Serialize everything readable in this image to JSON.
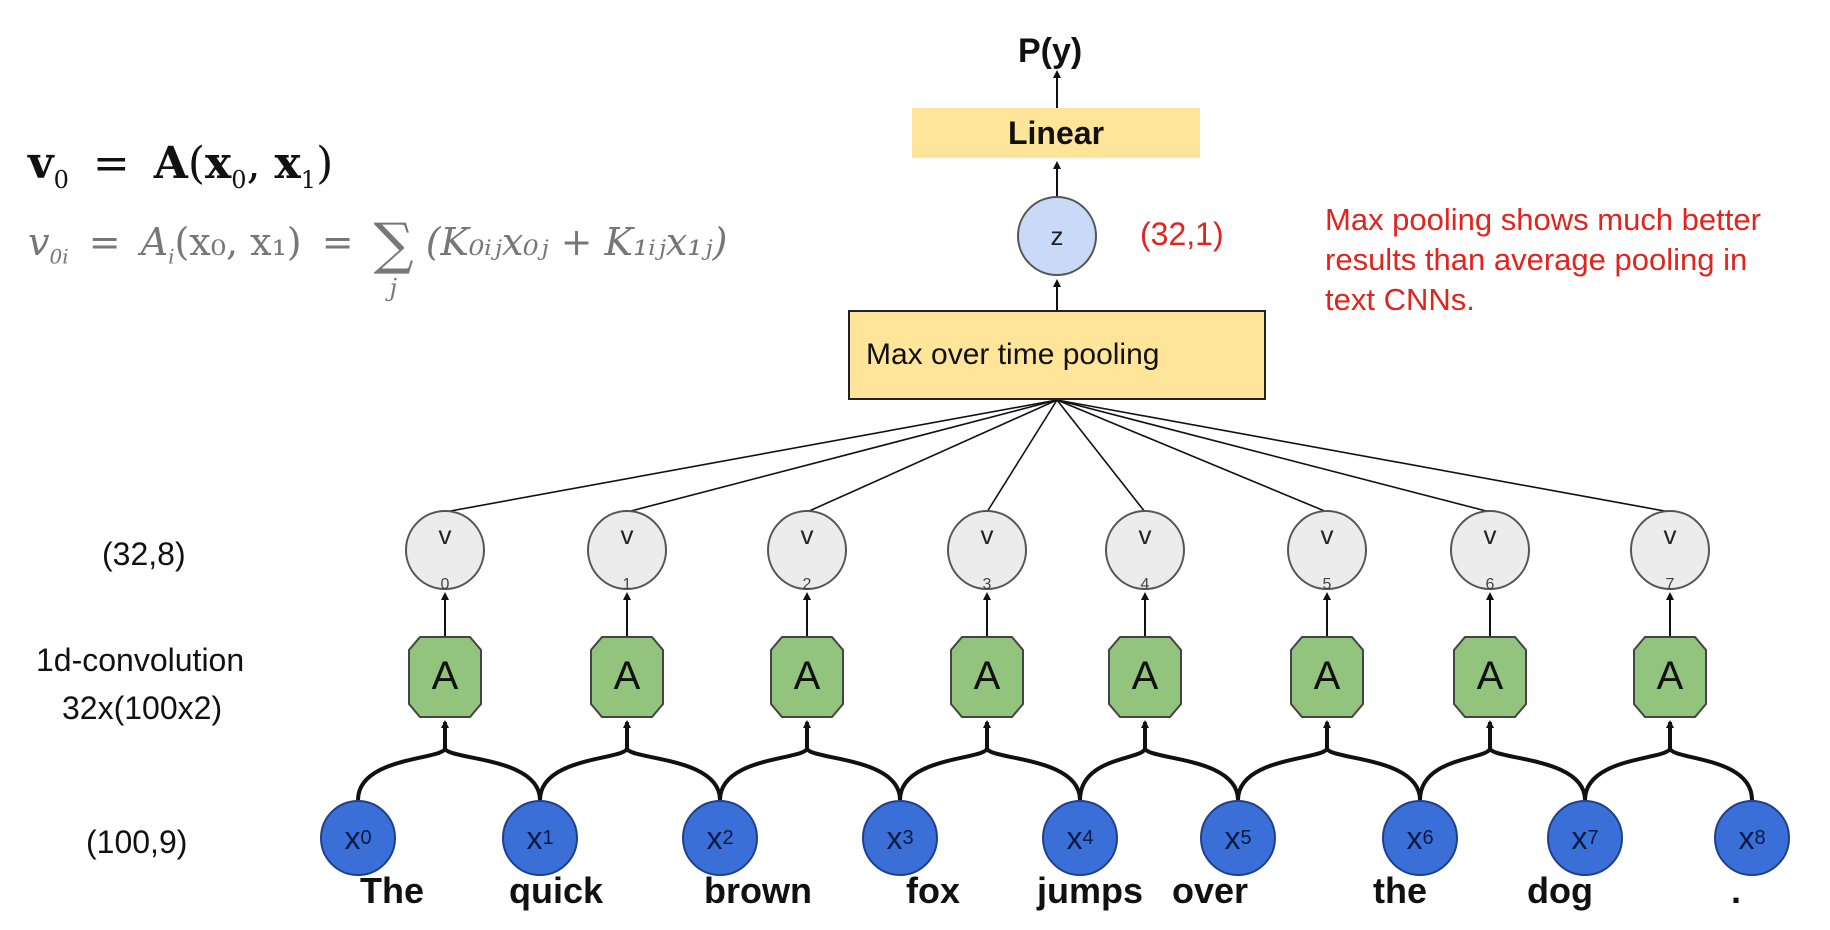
{
  "formula": {
    "line1": {
      "lhs": "v",
      "lhs_sub": "0",
      "eq": "=",
      "func": "A",
      "open": "(",
      "a1": "x",
      "a1_sub": "0",
      "comma": ", ",
      "a2": "x",
      "a2_sub": "1",
      "close": ")"
    },
    "line2": {
      "lhs": "v",
      "lhs_sub": "0i",
      "eq1": "=",
      "func": "A",
      "func_sub": "i",
      "args": "(x₀, x₁)",
      "eq2": "=",
      "sigma": "∑",
      "sigma_sub": "j",
      "body": "(K₀ᵢⱼx₀ⱼ + K₁ᵢⱼx₁ⱼ)"
    }
  },
  "output_label": "P(y)",
  "linear_label": "Linear",
  "z_label": "z",
  "z_shape": "(32,1)",
  "pool_label": "Max over time pooling",
  "note": "Max pooling shows much better results than average pooling in text CNNs.",
  "v_shape": "(32,8)",
  "conv_label": "1d-convolution",
  "conv_shape": "32x(100x2)",
  "x_shape": "(100,9)",
  "v_nodes": [
    {
      "label": "v",
      "idx": "0"
    },
    {
      "label": "v",
      "idx": "1"
    },
    {
      "label": "v",
      "idx": "2"
    },
    {
      "label": "v",
      "idx": "3"
    },
    {
      "label": "v",
      "idx": "4"
    },
    {
      "label": "v",
      "idx": "5"
    },
    {
      "label": "v",
      "idx": "6"
    },
    {
      "label": "v",
      "idx": "7"
    }
  ],
  "a_nodes": [
    "A",
    "A",
    "A",
    "A",
    "A",
    "A",
    "A",
    "A"
  ],
  "x_nodes": [
    {
      "label": "x",
      "idx": "0"
    },
    {
      "label": "x",
      "idx": "1"
    },
    {
      "label": "x",
      "idx": "2"
    },
    {
      "label": "x",
      "idx": "3"
    },
    {
      "label": "x",
      "idx": "4"
    },
    {
      "label": "x",
      "idx": "5"
    },
    {
      "label": "x",
      "idx": "6"
    },
    {
      "label": "x",
      "idx": "7"
    },
    {
      "label": "x",
      "idx": "8"
    }
  ],
  "words": [
    "The",
    "quick",
    "brown",
    "fox",
    "jumps",
    "over",
    "the",
    "dog",
    "."
  ],
  "colors": {
    "input_node": "#3a6fd8",
    "conv_node": "#93c47d",
    "feature_node": "#ececec",
    "z_node": "#c9daf8",
    "box_fill": "#ffe599",
    "note_text": "#e0241e"
  }
}
